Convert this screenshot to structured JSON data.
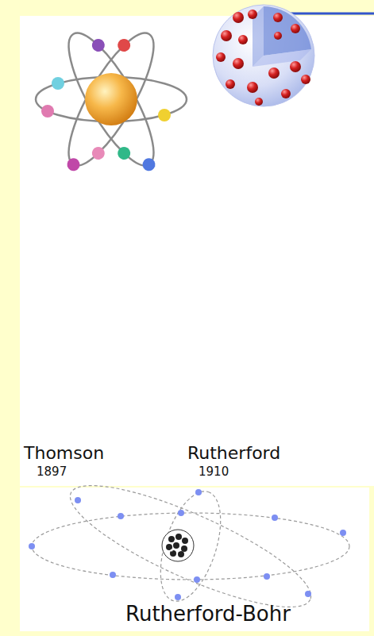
{
  "diagram": {
    "labels": [
      "Thomson",
      "1897",
      "Rutherford",
      "1910",
      "Rutherford-Bohr"
    ]
  }
}
